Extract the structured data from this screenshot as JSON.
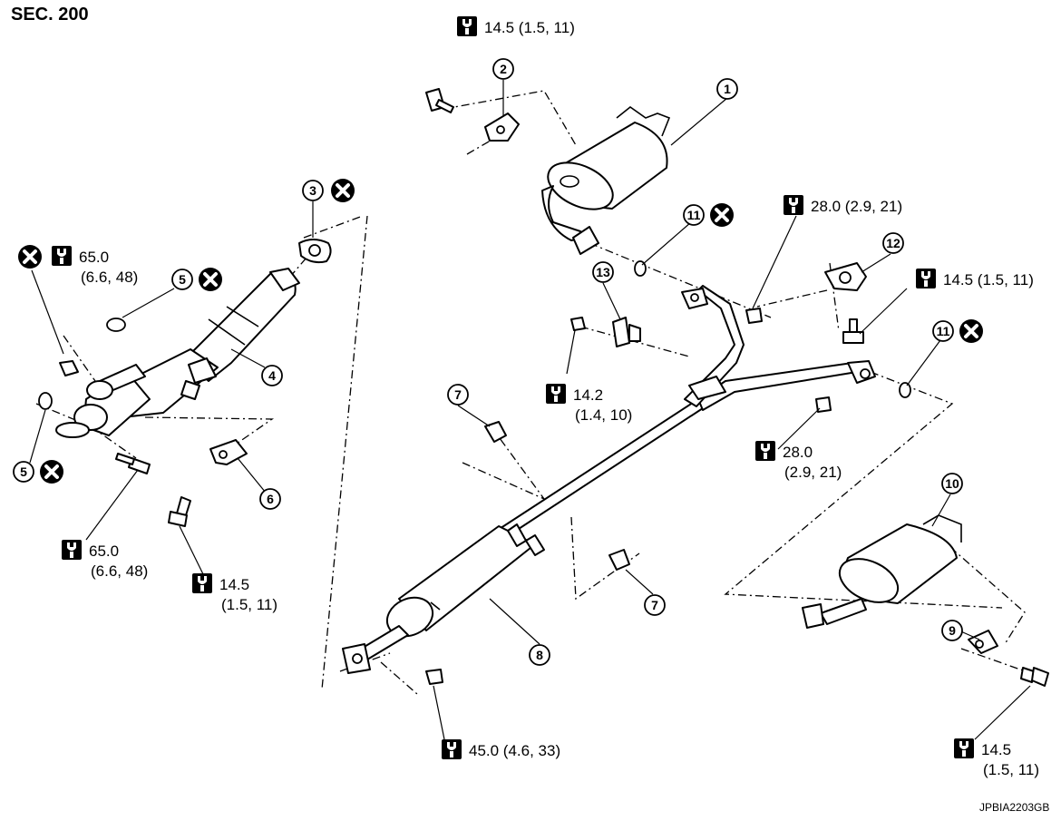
{
  "section": "SEC. 200",
  "figure_id": "JPBIA2203GB",
  "torques": [
    {
      "id": "t-muffler-bolt",
      "lines": [
        "14.5 (1.5, 11)"
      ]
    },
    {
      "id": "t-front-nut",
      "lines": [
        "65.0",
        "(6.6, 48)"
      ]
    },
    {
      "id": "t-front-bolt",
      "lines": [
        "65.0",
        "(6.6, 48)"
      ]
    },
    {
      "id": "t-bracket-bolt",
      "lines": [
        "14.5",
        "(1.5, 11)"
      ]
    },
    {
      "id": "t-right-nut",
      "lines": [
        "28.0 (2.9, 21)"
      ]
    },
    {
      "id": "t-clamp-bolt",
      "lines": [
        "14.5 (1.5, 11)"
      ]
    },
    {
      "id": "t-hanger-bolt",
      "lines": [
        "14.2",
        "(1.4, 10)"
      ]
    },
    {
      "id": "t-left-nut",
      "lines": [
        "28.0",
        "(2.9, 21)"
      ]
    },
    {
      "id": "t-center-nut",
      "lines": [
        "45.0 (4.6, 33)"
      ]
    },
    {
      "id": "t-rear-bolt",
      "lines": [
        "14.5",
        "(1.5, 11)"
      ]
    }
  ],
  "callouts": [
    {
      "id": "c1",
      "num": "1",
      "replace": false
    },
    {
      "id": "c2",
      "num": "2",
      "replace": false
    },
    {
      "id": "c3",
      "num": "3",
      "replace": true
    },
    {
      "id": "c4",
      "num": "4",
      "replace": false
    },
    {
      "id": "c5a",
      "num": "5",
      "replace": true
    },
    {
      "id": "c5b",
      "num": "5",
      "replace": true
    },
    {
      "id": "c6",
      "num": "6",
      "replace": false
    },
    {
      "id": "c7a",
      "num": "7",
      "replace": false
    },
    {
      "id": "c7b",
      "num": "7",
      "replace": false
    },
    {
      "id": "c8",
      "num": "8",
      "replace": false
    },
    {
      "id": "c9",
      "num": "9",
      "replace": false
    },
    {
      "id": "c10",
      "num": "10",
      "replace": false
    },
    {
      "id": "c11a",
      "num": "11",
      "replace": true
    },
    {
      "id": "c11b",
      "num": "11",
      "replace": true
    },
    {
      "id": "c12",
      "num": "12",
      "replace": false
    },
    {
      "id": "c13",
      "num": "13",
      "replace": false
    }
  ],
  "symbols": {
    "torque": "torque-wrench-icon",
    "replace": "do-not-reuse-icon"
  }
}
